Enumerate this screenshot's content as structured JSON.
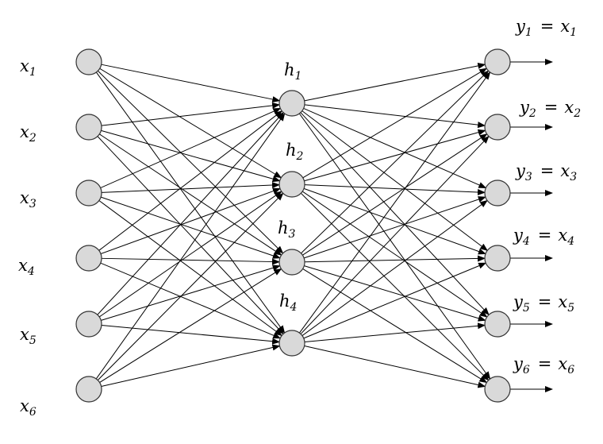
{
  "network": {
    "input_layer": [
      {
        "var": "x",
        "sub": "1"
      },
      {
        "var": "x",
        "sub": "2"
      },
      {
        "var": "x",
        "sub": "3"
      },
      {
        "var": "x",
        "sub": "4"
      },
      {
        "var": "x",
        "sub": "5"
      },
      {
        "var": "x",
        "sub": "6"
      }
    ],
    "hidden_layer": [
      {
        "var": "h",
        "sub": "1"
      },
      {
        "var": "h",
        "sub": "2"
      },
      {
        "var": "h",
        "sub": "3"
      },
      {
        "var": "h",
        "sub": "4"
      }
    ],
    "output_layer": [
      {
        "var": "y",
        "sub": "1",
        "eq": "=",
        "target_var": "x",
        "target_sub": "1"
      },
      {
        "var": "y",
        "sub": "2",
        "eq": "=",
        "target_var": "x",
        "target_sub": "2"
      },
      {
        "var": "y",
        "sub": "3",
        "eq": "=",
        "target_var": "x",
        "target_sub": "3"
      },
      {
        "var": "y",
        "sub": "4",
        "eq": "=",
        "target_var": "x",
        "target_sub": "4"
      },
      {
        "var": "y",
        "sub": "5",
        "eq": "=",
        "target_var": "x",
        "target_sub": "5"
      },
      {
        "var": "y",
        "sub": "6",
        "eq": "=",
        "target_var": "x",
        "target_sub": "6"
      }
    ],
    "connectivity": "fully-connected"
  }
}
